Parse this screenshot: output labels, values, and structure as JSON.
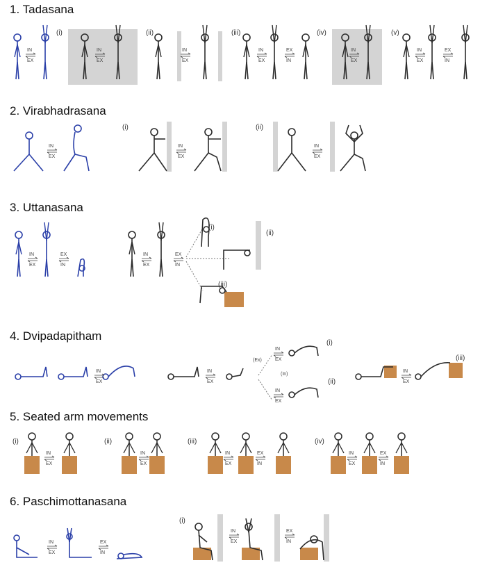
{
  "sections": [
    {
      "number": "1.",
      "name": "Tadasana",
      "variants": [
        "(i)",
        "(ii)",
        "(iii)",
        "(iv)",
        "(v)"
      ]
    },
    {
      "number": "2.",
      "name": "Virabhadrasana",
      "variants": [
        "(i)",
        "(ii)"
      ]
    },
    {
      "number": "3.",
      "name": "Uttanasana",
      "variants": [
        "(i)",
        "(ii)",
        "(iii)"
      ]
    },
    {
      "number": "4.",
      "name": "Dvipadapitham",
      "variants": [
        "(i)",
        "(ii)",
        "(iii)"
      ]
    },
    {
      "number": "5.",
      "name": "Seated arm movements",
      "variants": [
        "(i)",
        "(ii)",
        "(iii)",
        "(iv)"
      ]
    },
    {
      "number": "6.",
      "name": "Paschimottanasana",
      "variants": [
        "(i)"
      ]
    }
  ],
  "breath": {
    "inhale": "IN",
    "exhale": "EX",
    "inhale_small": "(In)",
    "exhale_small": "(Ex)"
  },
  "colors": {
    "figure_blue": "#2a3fa8",
    "figure_black": "#2b2b2b",
    "wall_gray": "#d4d4d4",
    "box_orange": "#c8894a"
  }
}
